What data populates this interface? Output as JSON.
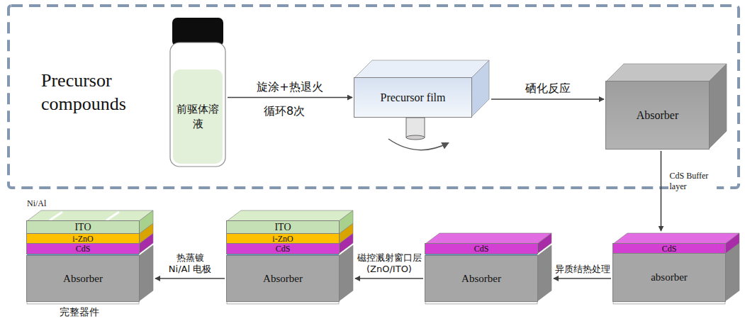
{
  "diagram": {
    "nodes": [
      {
        "text": [
          "前驱体溶液"
        ]
      },
      {
        "text": [
          "Precursor film"
        ]
      },
      {
        "text": [
          "Absorber"
        ]
      },
      {
        "text": [
          "ITO"
        ]
      },
      {
        "text": [
          "i-ZnO"
        ]
      },
      {
        "text": [
          "CdS"
        ]
      },
      {
        "text": [
          "Absorber"
        ]
      },
      {
        "text": [
          "ITO"
        ]
      },
      {
        "text": [
          "i-ZnO"
        ]
      },
      {
        "text": [
          "CdS"
        ]
      },
      {
        "text": [
          "Absorber"
        ]
      },
      {
        "text": [
          "CdS"
        ]
      },
      {
        "text": [
          "Absorber"
        ]
      },
      {
        "text": [
          "CdS"
        ]
      },
      {
        "text": [
          "absorber"
        ]
      }
    ],
    "edges": [
      {
        "from": 0,
        "to": 1,
        "arrow": "to",
        "label": "旋涂+热退火"
      },
      {
        "from": 1,
        "to": 2,
        "arrow": "to",
        "label": "硒化反应"
      },
      {
        "from": 2,
        "to": 13,
        "arrow": "to",
        "label": "CdS Buffer layer"
      },
      {
        "from": 14,
        "to": 12,
        "arrow": "to",
        "label": "异质结热处理"
      },
      {
        "from": 12,
        "to": 10,
        "arrow": "to",
        "label": "磁控溅射窗口层 (ZnO/ITO)"
      },
      {
        "from": 10,
        "to": 6,
        "arrow": "to",
        "label": "热蒸镀 Ni/Al 电极"
      }
    ],
    "labels": [
      "Precursor compounds",
      "循环8次",
      "Ni/Al",
      "完整器件"
    ]
  }
}
